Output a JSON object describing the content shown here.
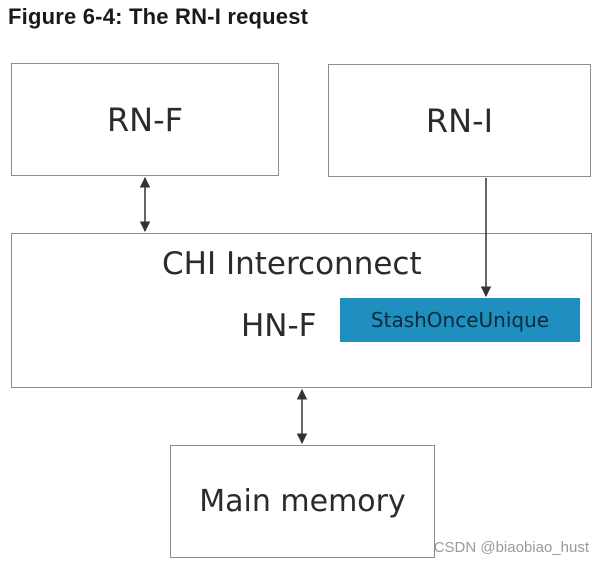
{
  "figure_title": "Figure 6-4: The RN-I request",
  "nodes": {
    "rn_f": "RN-F",
    "rn_i": "RN-I",
    "interconnect": "CHI Interconnect",
    "hn_f": "HN-F",
    "request": "StashOnceUnique",
    "main_memory": "Main memory"
  },
  "colors": {
    "request_fill": "#1e8fbf",
    "box_border": "#8c8c8c"
  },
  "watermark": {
    "text": "CSDN @biaobiao_hust"
  }
}
